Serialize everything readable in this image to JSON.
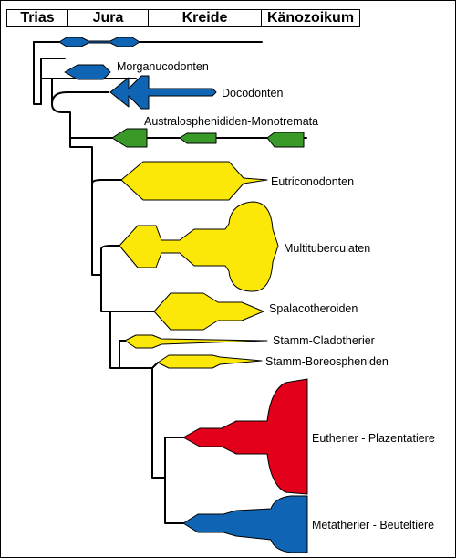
{
  "periods": [
    {
      "label": "Trias"
    },
    {
      "label": "Jura"
    },
    {
      "label": "Kreide"
    },
    {
      "label": "Känozoikum"
    }
  ],
  "colors": {
    "blue": "#0f64b4",
    "green": "#3a9a28",
    "yellow": "#fbe809",
    "red": "#e2001a"
  },
  "taxa": [
    {
      "name": "unlabeled-basal-lineage",
      "label": "",
      "color": "blue"
    },
    {
      "name": "morganucodonten",
      "label": "Morganucodonten",
      "color": "blue"
    },
    {
      "name": "docodonten",
      "label": "Docodonten",
      "color": "blue"
    },
    {
      "name": "australosphenididen",
      "label": "Australosphenididen-Monotremata",
      "color": "green"
    },
    {
      "name": "eutriconodonten",
      "label": "Eutriconodonten",
      "color": "yellow"
    },
    {
      "name": "multituberculaten",
      "label": "Multituberculaten",
      "color": "yellow"
    },
    {
      "name": "spalacotheroiden",
      "label": "Spalacotheroiden",
      "color": "yellow"
    },
    {
      "name": "stamm-cladotherier",
      "label": "Stamm-Cladotherier",
      "color": "yellow"
    },
    {
      "name": "stamm-boreospheniden",
      "label": "Stamm-Boreospheniden",
      "color": "yellow"
    },
    {
      "name": "eutherier",
      "label": "Eutherier - Plazentatiere",
      "color": "red"
    },
    {
      "name": "metatherier",
      "label": "Metatherier - Beuteltiere",
      "color": "blue"
    }
  ]
}
